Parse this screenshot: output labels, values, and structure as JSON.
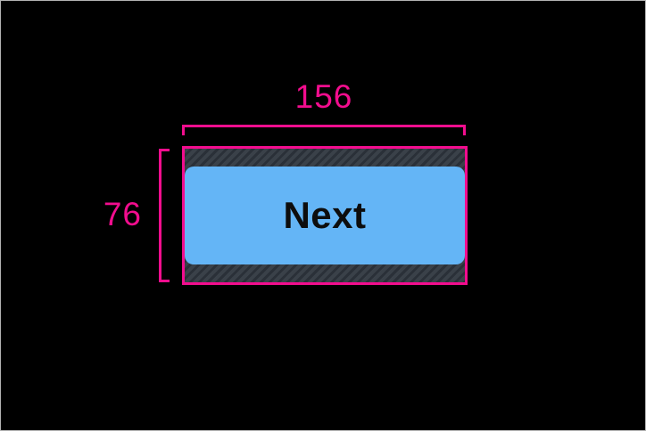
{
  "inspector": {
    "width_label": "156",
    "height_label": "76",
    "button": {
      "label": "Next"
    }
  },
  "colors": {
    "canvas-bg": "#000000",
    "frame-border": "#b3b3b3",
    "accent-pink": "#F20D8E",
    "button-blue": "#64B5F6",
    "button-text": "#0D0D0D",
    "hatch-base": "#3A4149",
    "hatch-stripe": "#2A3038"
  }
}
